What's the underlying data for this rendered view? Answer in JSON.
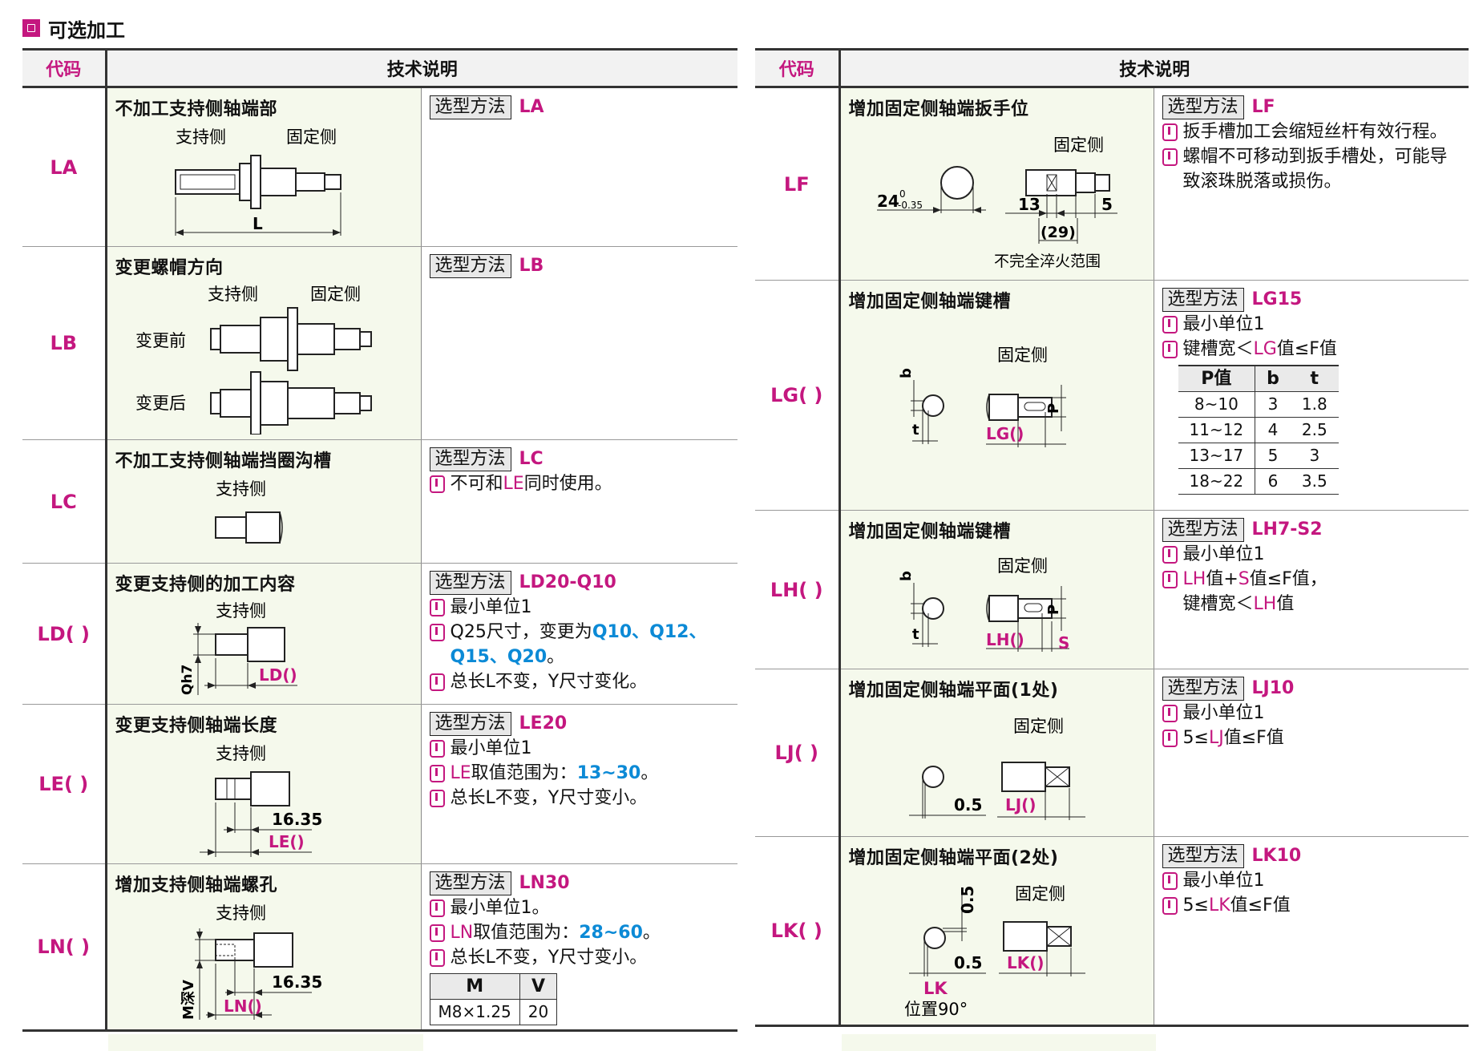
{
  "section_title": "可选加工",
  "header": {
    "code": "代码",
    "spec": "技术说明"
  },
  "select_label": "选型方法",
  "left_rows": [
    {
      "code": "LA",
      "title": "不加工支持侧轴端部",
      "select": "LA",
      "fig": {
        "support": "支持侧",
        "fixed": "固定侧",
        "dim": "L"
      }
    },
    {
      "code": "LB",
      "title": "变更螺帽方向",
      "select": "LB",
      "fig": {
        "support": "支持侧",
        "fixed": "固定侧",
        "before": "变更前",
        "after": "变更后"
      }
    },
    {
      "code": "LC",
      "title": "不加工支持侧轴端挡圈沟槽",
      "select": "LC",
      "fig": {
        "support": "支持侧"
      },
      "note1": {
        "a": "不可和",
        "b": "LE",
        "c": "同时使用。"
      }
    },
    {
      "code": "LD( )",
      "title": "变更支持侧的加工内容",
      "select": "LD20-Q10",
      "fig": {
        "support": "支持侧",
        "q": "Qh7",
        "ld": "LD()"
      },
      "note1": "最小单位1",
      "note2": {
        "a": "Q25尺寸，变更为",
        "b": "Q10、Q12、Q15、Q20",
        "c": "。"
      },
      "note3": "总长L不变，Y尺寸变化。"
    },
    {
      "code": "LE( )",
      "title": "变更支持侧轴端长度",
      "select": "LE20",
      "fig": {
        "support": "支持侧",
        "dim": "16.35",
        "le": "LE()"
      },
      "note1": "最小单位1",
      "note2": {
        "a": "LE",
        "b": "取值范围为：",
        "c": "13~30",
        "d": "。"
      },
      "note3": "总长L不变，Y尺寸变小。"
    },
    {
      "code": "LN( )",
      "title": "增加支持侧轴端螺孔",
      "select": "LN30",
      "fig": {
        "support": "支持侧",
        "dim": "16.35",
        "ln": "LN()",
        "mv": "M深V"
      },
      "note1": "最小单位1。",
      "note2": {
        "a": "LN",
        "b": "取值范围为：",
        "c": "28~60",
        "d": "。"
      },
      "note3": "总长L不变，Y尺寸变小。",
      "table": {
        "headers": [
          "M",
          "V"
        ],
        "row": [
          "M8×1.25",
          "20"
        ]
      }
    }
  ],
  "right_rows": [
    {
      "code": "LF",
      "title": "增加固定侧轴端扳手位",
      "select": "LF",
      "fig": {
        "fixed": "固定侧",
        "d1": "24",
        "tol_top": "0",
        "tol_bot": "-0.35",
        "d2": "13",
        "d3": "5",
        "d4": "(29)",
        "hint": "不完全淬火范围"
      },
      "note1": "扳手槽加工会缩短丝杆有效行程。",
      "note2": "螺帽不可移动到扳手槽处，可能导致滚珠脱落或损伤。"
    },
    {
      "code": "LG( )",
      "title": "增加固定侧轴端键槽",
      "select": "LG15",
      "fig": {
        "fixed": "固定侧",
        "b": "b",
        "t": "t",
        "p": "P",
        "lg": "LG()"
      },
      "note1": "最小单位1",
      "note2": {
        "a": "键槽宽＜",
        "b": "LG",
        "c": "值≤F值"
      },
      "ptable": {
        "headers": [
          "P值",
          "b",
          "t"
        ],
        "rows": [
          [
            "8~10",
            "3",
            "1.8"
          ],
          [
            "11~12",
            "4",
            "2.5"
          ],
          [
            "13~17",
            "5",
            "3"
          ],
          [
            "18~22",
            "6",
            "3.5"
          ]
        ]
      }
    },
    {
      "code": "LH( )",
      "title": "增加固定侧轴端键槽",
      "select": "LH7-S2",
      "fig": {
        "fixed": "固定侧",
        "b": "b",
        "t": "t",
        "p": "P",
        "lh": "LH()",
        "s": "S"
      },
      "note1": "最小单位1",
      "note2": {
        "a": "LH",
        "b": "值+",
        "c": "S",
        "d": "值≤F值，",
        "e": "键槽宽＜",
        "f": "LH",
        "g": "值"
      }
    },
    {
      "code": "LJ( )",
      "title": "增加固定侧轴端平面(1处)",
      "select": "LJ10",
      "fig": {
        "fixed": "固定侧",
        "d": "0.5",
        "lj": "LJ()"
      },
      "note1": "最小单位1",
      "note2": {
        "a": "5≤",
        "b": "LJ",
        "c": "值≤F值"
      }
    },
    {
      "code": "LK( )",
      "title": "增加固定侧轴端平面(2处)",
      "select": "LK10",
      "fig": {
        "fixed": "固定侧",
        "d1": "0.5",
        "d2": "0.5",
        "lk": "LK()",
        "lk2": "LK",
        "pos": "位置90°"
      },
      "note1": "最小单位1",
      "note2": {
        "a": "5≤",
        "b": "LK",
        "c": "值≤F值"
      }
    }
  ]
}
